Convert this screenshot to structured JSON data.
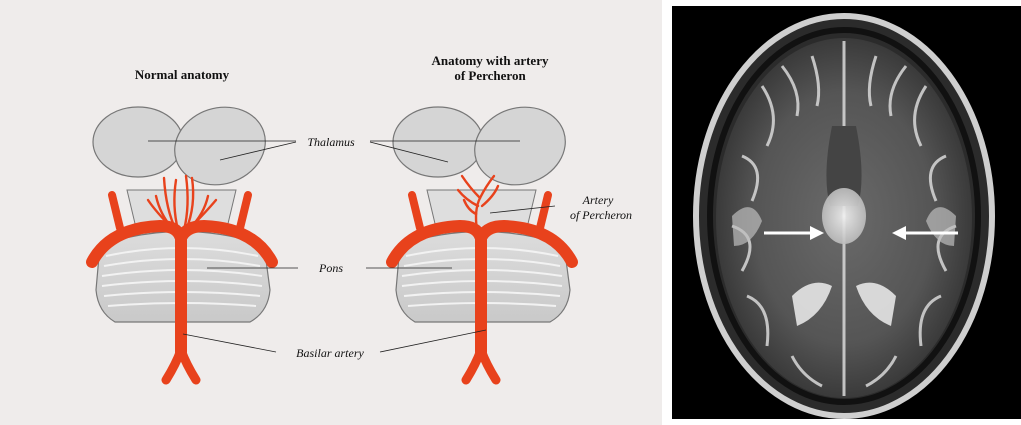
{
  "figure": {
    "left_title": "Normal anatomy",
    "right_title_line1": "Anatomy with artery",
    "right_title_line2": "of Percheron",
    "labels": {
      "thalamus": "Thalamus",
      "artery_line1": "Artery",
      "artery_line2": "of Percheron",
      "pons": "Pons",
      "basilar": "Basilar artery"
    }
  },
  "colors": {
    "artery": "#e8421c",
    "tissue": "#d8d8d8",
    "tissue_stroke": "#777777",
    "background": "#efeceb",
    "mri_background": "#000000"
  },
  "icons": {
    "left_arrow": "arrow-right-icon",
    "right_arrow": "arrow-left-icon"
  }
}
